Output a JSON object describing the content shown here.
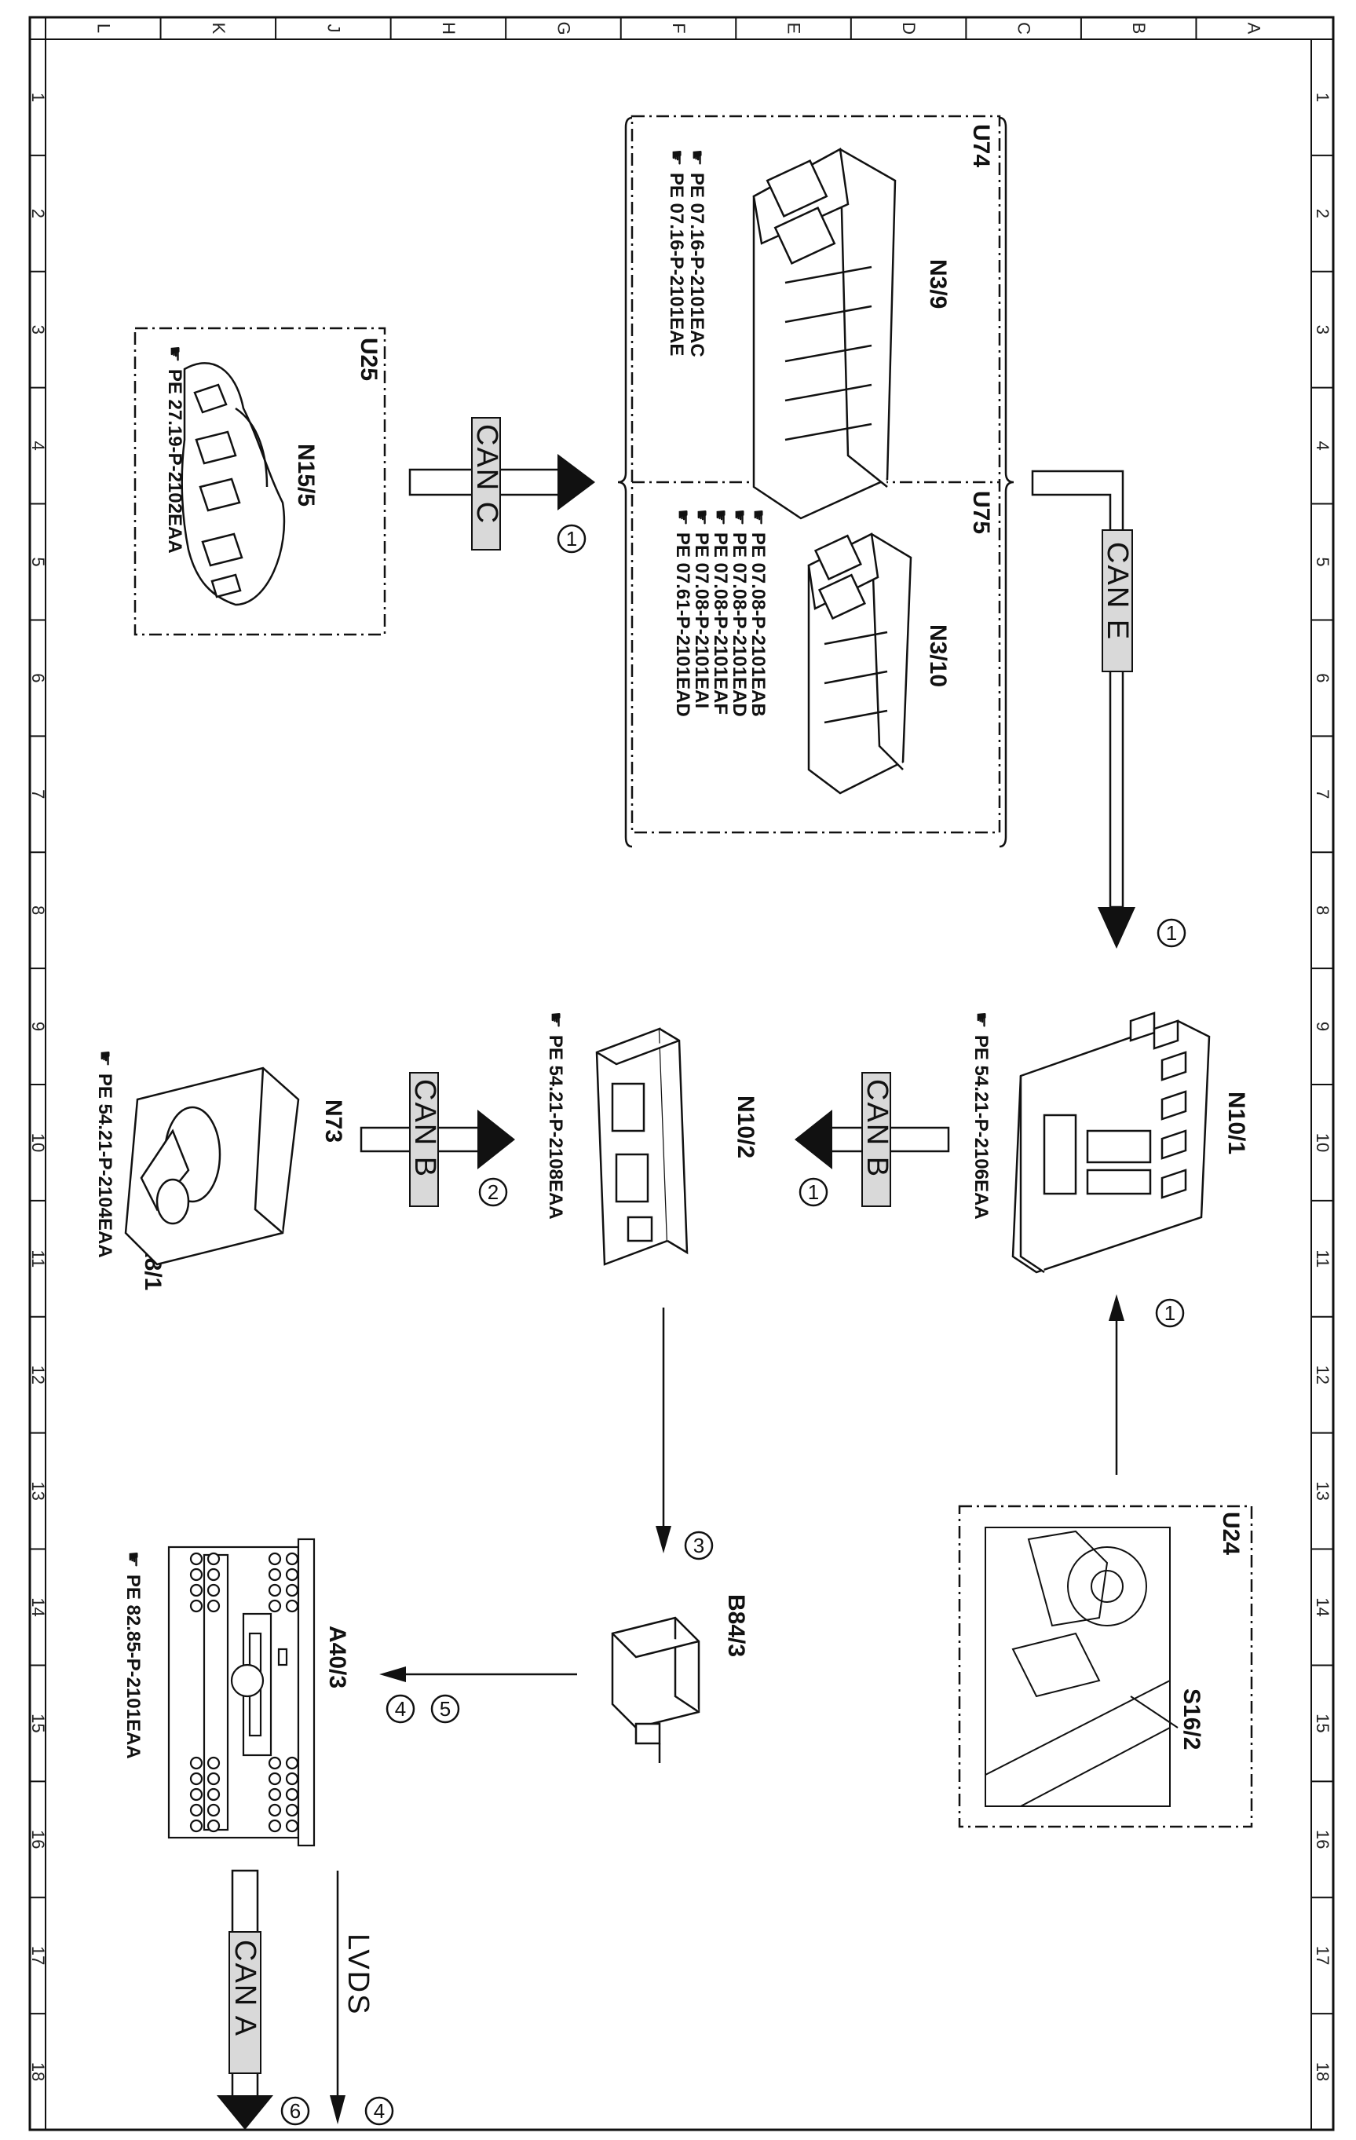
{
  "frame": {
    "column_letters": [
      "L",
      "K",
      "J",
      "H",
      "G",
      "F",
      "E",
      "D",
      "C",
      "B",
      "A"
    ],
    "row_numbers": [
      "1",
      "2",
      "3",
      "4",
      "5",
      "6",
      "7",
      "8",
      "9",
      "10",
      "11",
      "12",
      "13",
      "14",
      "15",
      "16",
      "17",
      "18"
    ]
  },
  "groups": {
    "u25": "U25",
    "u74": "U74",
    "u75": "U75",
    "u24": "U24"
  },
  "components": {
    "n15_5": "N15/5",
    "n3_9": "N3/9",
    "n3_10": "N3/10",
    "n10_1": "N10/1",
    "n10_2": "N10/2",
    "n73": "N73",
    "a8_1": "A8/1",
    "s16_2": "S16/2",
    "b84_3": "B84/3",
    "a40_3": "A40/3"
  },
  "references": {
    "n15_5": [
      "PE 27.19-P-2102EAA"
    ],
    "u74": [
      "PE 07.16-P-2101EAC",
      "PE 07.16-P-2101EAE"
    ],
    "u75": [
      "PE 07.08-P-2101EAB",
      "PE 07.08-P-2101EAD",
      "PE 07.08-P-2101EAF",
      "PE 07.08-P-2101EAI",
      "PE 07.61-P-2101EAD"
    ],
    "n10_1": [
      "PE 54.21-P-2106EAA"
    ],
    "n10_2": [
      "PE 54.21-P-2108EAA"
    ],
    "n73": [
      "PE 54.21-P-2104EAA"
    ],
    "a40_3": [
      "PE 82.85-P-2101EAA"
    ]
  },
  "buses": {
    "can_c": "CAN C",
    "can_e": "CAN E",
    "can_b_1": "CAN B",
    "can_b_2": "CAN B",
    "can_a": "CAN A",
    "lvds": "LVDS"
  },
  "signals": {
    "s_can_c": "1",
    "s_can_e": "1",
    "s_can_b_1": "1",
    "s_can_b_2": "2",
    "s_s16": "1",
    "s_b84": "3",
    "s_a40_a": "5",
    "s_a40_b": "4",
    "s_lvds": "4",
    "s_can_a": "6"
  },
  "colors": {
    "ink": "#111111",
    "bus_label_fill": "#d9d9d9",
    "paper": "#ffffff"
  }
}
